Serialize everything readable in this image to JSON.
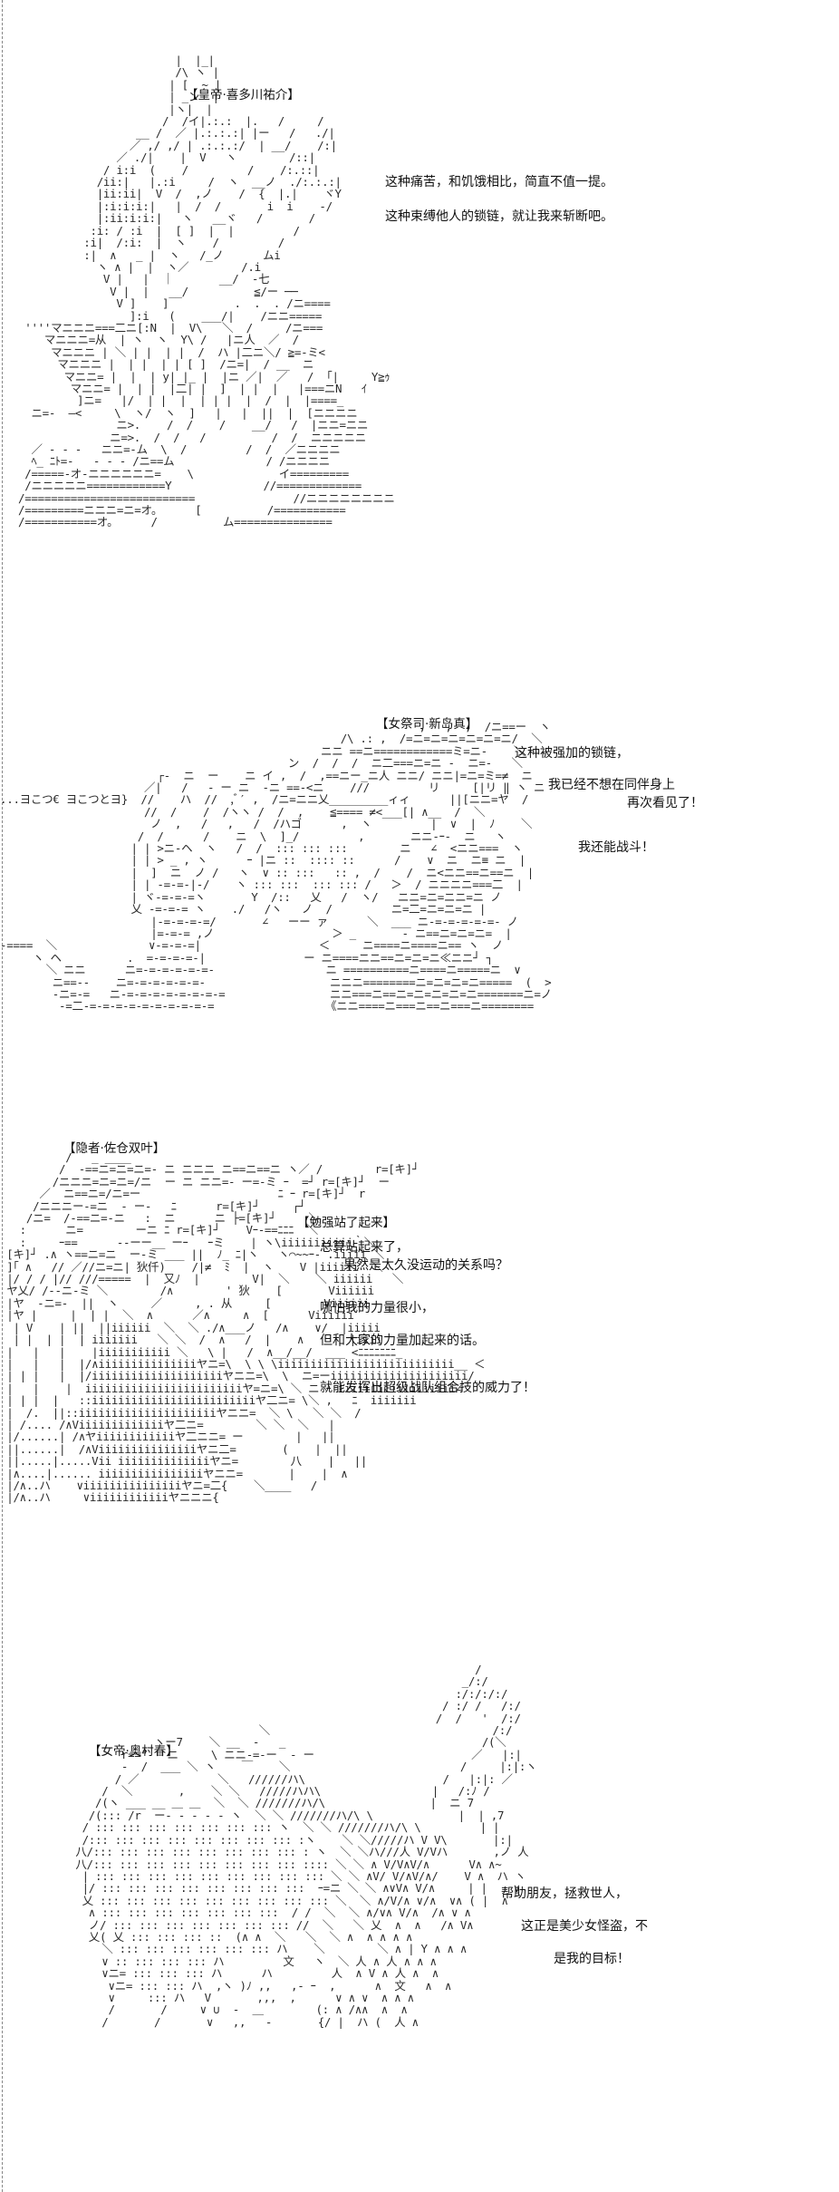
{
  "panels": [
    {
      "name": "【皇帝·喜多川祐介】",
      "lines": [
        "这种痛苦，和饥饿相比，简直不值一提。",
        "这种束缚他人的锁链，就让我来斩断吧。"
      ]
    },
    {
      "name": "【女祭司·新岛真】",
      "lines": [
        "这种被强加的锁链，",
        "我已经不想在同伴身上",
        "再次看见了！",
        "我还能战斗！"
      ]
    },
    {
      "name": "【隐者·佐仓双叶】",
      "sub_name": "【勉强站了起来】",
      "lines": [
        "总算站起来了，",
        "果然是太久没运动的关系吗？",
        "哪怕我的力量很小，",
        "但和大家的力量加起来的话。",
        "就能发挥出超级战队组合技的威力了！"
      ]
    },
    {
      "name": "【女帝·奥村春】",
      "lines": [
        "帮助朋友，拯救世人，",
        "这正是美少女怪盗，不",
        "是我的目标！"
      ]
    }
  ]
}
